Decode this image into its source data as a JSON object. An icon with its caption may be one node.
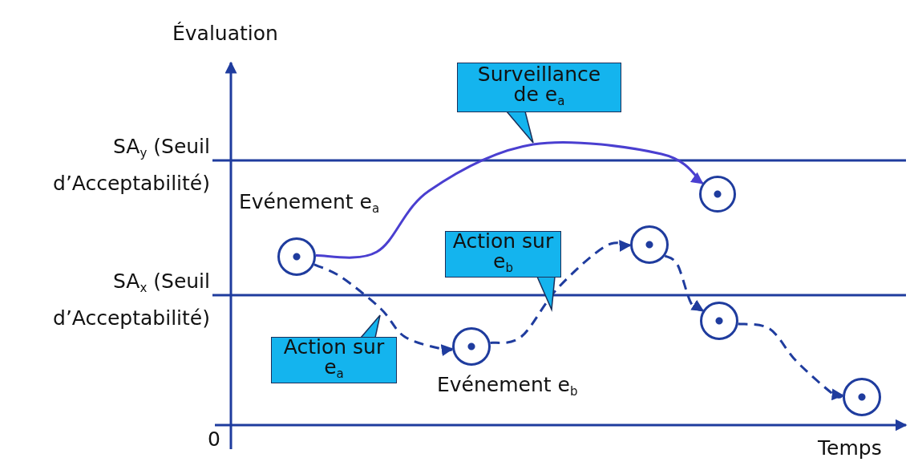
{
  "diagram": {
    "nodes": [
      {
        "text": [
          "Surveillance de e$_{a}$"
        ]
      },
      {
        "text": [],
        "shape": "circle"
      },
      {
        "text": [],
        "shape": "circle",
        "beside": [
          "Evénement e$_{a}$"
        ]
      },
      {
        "text": [
          "Action sur e$_{b}$"
        ]
      },
      {
        "text": [],
        "shape": "circle"
      },
      {
        "text": [],
        "shape": "circle"
      },
      {
        "text": [
          "Action sur e$_{a}$"
        ]
      },
      {
        "text": [],
        "shape": "circle",
        "beside": [
          "Evénement e$_{b}$"
        ]
      },
      {
        "text": [],
        "shape": "circle"
      }
    ],
    "edges": [
      {
        "from": 2,
        "to": 1,
        "arrow": "to",
        "color": "#4a3fd0"
      },
      {
        "from": 2,
        "to": 7,
        "arrow": "to",
        "style": "dashed"
      },
      {
        "from": 7,
        "to": 4,
        "arrow": "to",
        "style": "dashed"
      },
      {
        "from": 4,
        "to": 5,
        "arrow": "to",
        "style": "dashed"
      },
      {
        "from": 5,
        "to": 8,
        "arrow": "to",
        "style": "dashed"
      },
      {
        "from": 0,
        "to": null,
        "arrow": "to"
      },
      {
        "from": 3,
        "to": null,
        "arrow": "to"
      },
      {
        "from": 6,
        "to": null,
        "arrow": "to"
      }
    ],
    "labels": [
      "Évaluation",
      "SA$_{y}$ (Seuil d’Acceptabilité)",
      "SA$_{x}$ (Seuil d’Acceptabilité)",
      "0",
      "Temps"
    ]
  }
}
